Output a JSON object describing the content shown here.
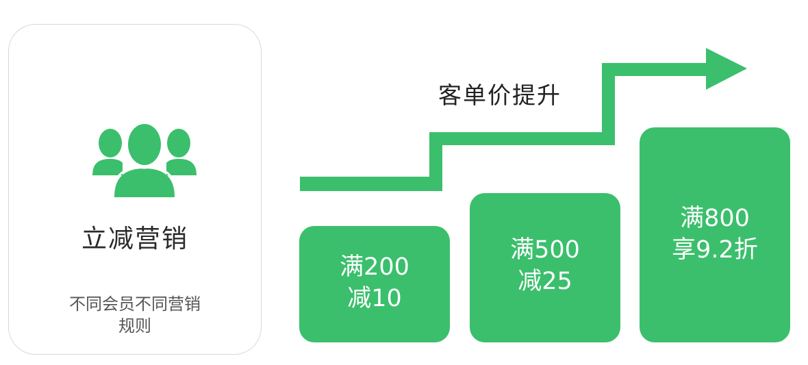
{
  "card": {
    "icon": "people-group-icon",
    "title": "立减营销",
    "description_lines": [
      "不同会员不同营销",
      "规则"
    ]
  },
  "arrow": {
    "icon": "step-up-arrow-icon",
    "label": "客单价提升"
  },
  "tiers": [
    {
      "line1": "满200",
      "line2": "减10"
    },
    {
      "line1": "满500",
      "line2": "减25"
    },
    {
      "line1": "满800",
      "line2": "享9.2折"
    }
  ],
  "colors": {
    "accent_green": "#3bbf6c",
    "card_border": "#d6d9d6",
    "text_dark": "#2a2a2a",
    "text_muted": "#555555"
  }
}
